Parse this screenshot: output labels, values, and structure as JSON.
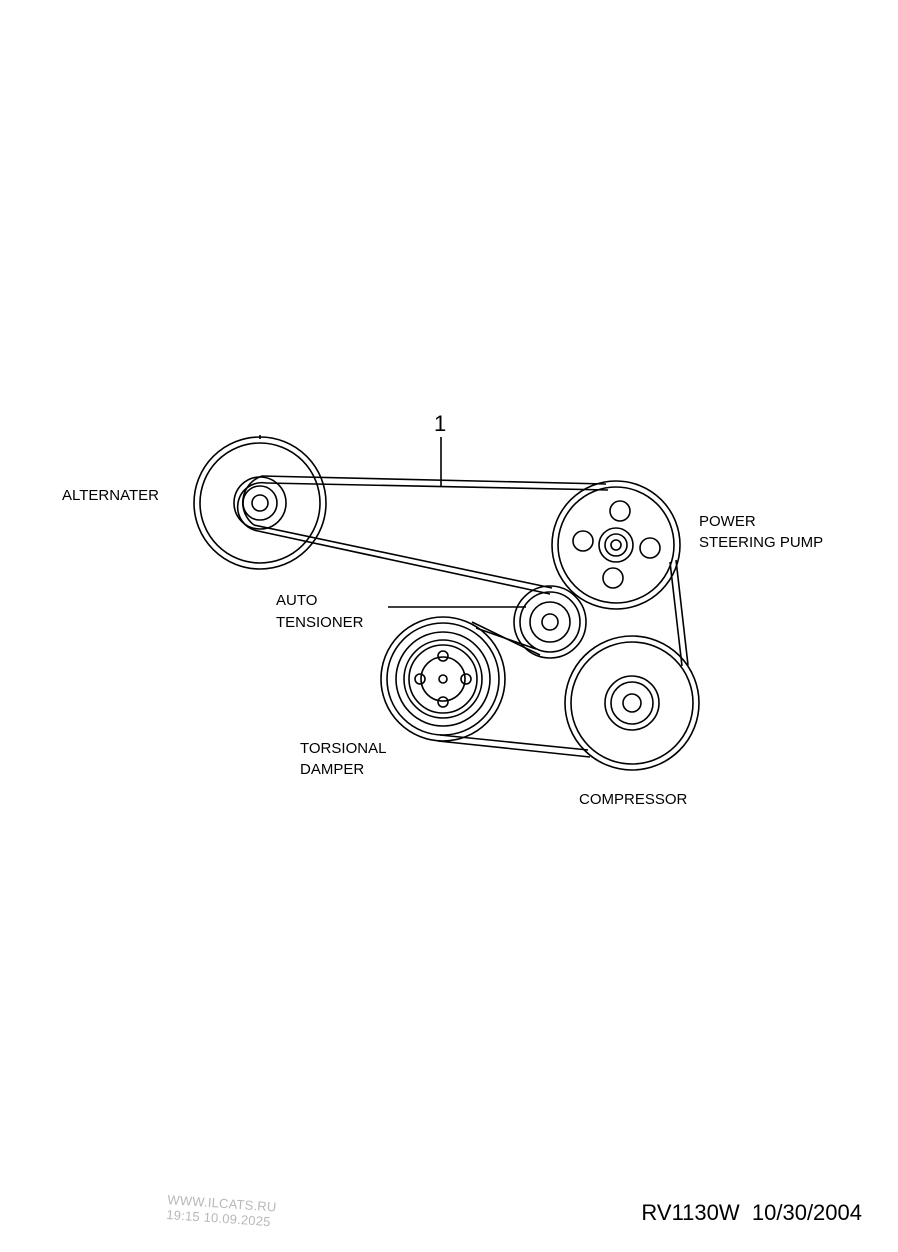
{
  "callout": "1",
  "labels": {
    "alternater": "ALTERNATER",
    "power_steering_pump": [
      "POWER",
      "STEERING PUMP"
    ],
    "auto_tensioner": [
      "AUTO",
      "TENSIONER"
    ],
    "torsional_damper": [
      "TORSIONAL",
      "DAMPER"
    ],
    "compressor": "COMPRESSOR"
  },
  "watermark": {
    "site": "WWW.ILCATS.RU",
    "timestamp": "19:15 10.09.2025"
  },
  "footer": {
    "code": "RV1130W",
    "date": "10/30/2004"
  }
}
